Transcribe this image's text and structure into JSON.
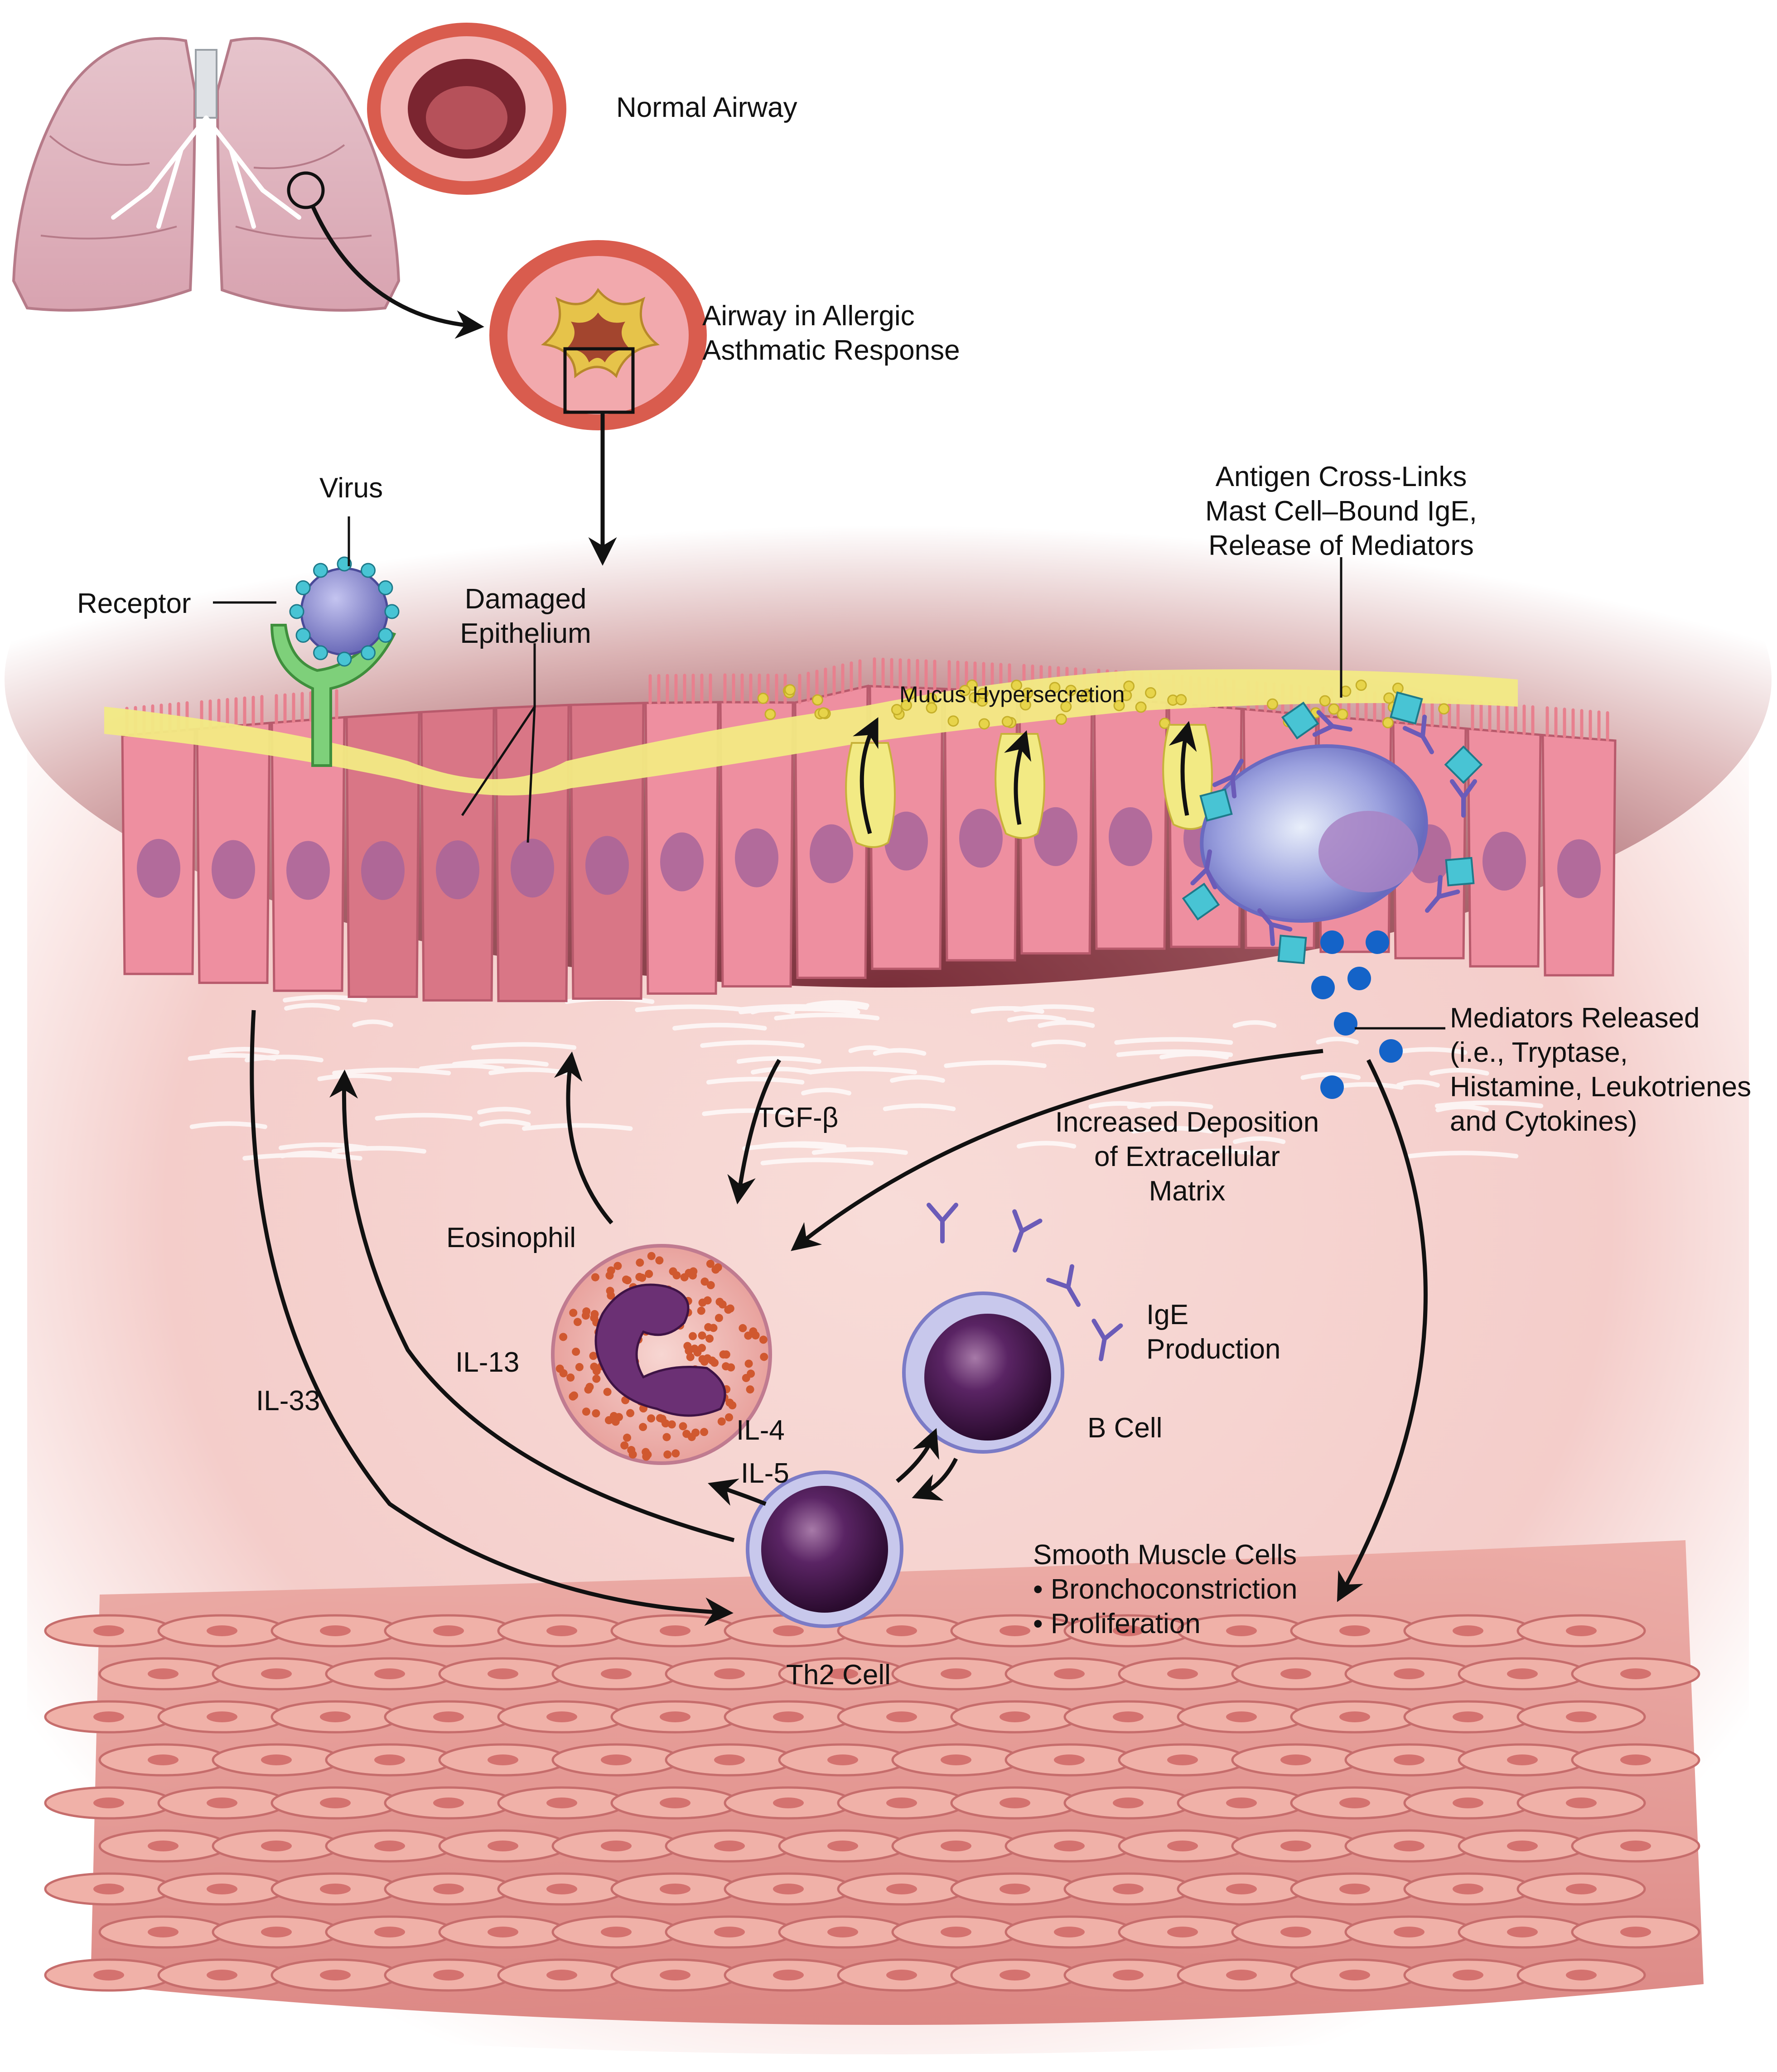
{
  "labels": {
    "normal_airway": "Normal Airway",
    "allergic_airway": [
      "Airway in Allergic",
      "Asthmatic Response"
    ],
    "virus": "Virus",
    "receptor": "Receptor",
    "damaged_epithelium": [
      "Damaged",
      "Epithelium"
    ],
    "antigen": [
      "Antigen Cross-Links",
      "Mast Cell–Bound IgE,",
      "Release of Mediators"
    ],
    "mucus": "Mucus Hypersecretion",
    "mediators": [
      "Mediators Released",
      "(i.e., Tryptase,",
      "Histamine, Leukotrienes",
      "and Cytokines)"
    ],
    "tgf": "TGF-β",
    "ecm": [
      "Increased Deposition",
      "of Extracellular",
      "Matrix"
    ],
    "eosinophil": "Eosinophil",
    "ige_production": [
      "IgE",
      "Production"
    ],
    "il13": "IL-13",
    "il33": "IL-33",
    "il4": "IL-4",
    "il5": "IL-5",
    "bcell": "B Cell",
    "th2": "Th2 Cell",
    "smooth_muscle": [
      "Smooth Muscle Cells",
      "• Bronchoconstriction",
      "• Proliferation"
    ]
  },
  "colors": {
    "epithelium": "#e8808e",
    "mucus": "#f2ea84",
    "tissue": "#f7d3d0",
    "lumen": "#5e1f2a",
    "muscle": "#e59590",
    "mast_cell": "#8f8fd6",
    "th2_cell": "#3d1440",
    "eosinophil_granules": "#c8553a",
    "mediator_dots": "#1463c8",
    "antigen": "#48c4d4"
  }
}
